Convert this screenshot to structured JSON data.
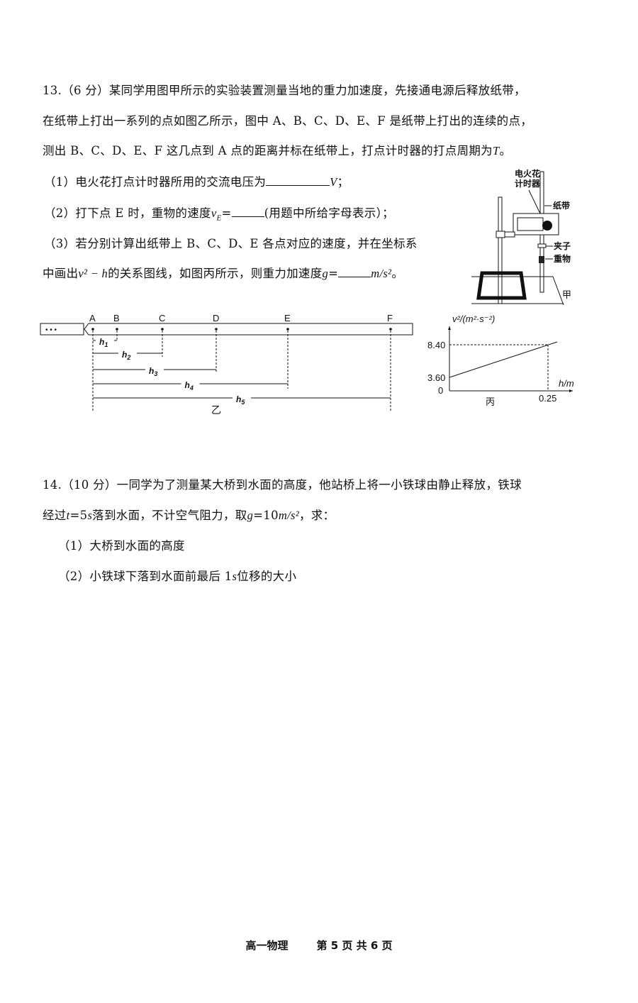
{
  "q13": {
    "line1": "13.（6 分）某同学用图甲所示的实验装置测量当地的重力加速度，先接通电源后释放纸带，",
    "line2": "在纸带上打出一系列的点如图乙所示，图中 A、B、C、D、E、F 是纸带上打出的连续的点，",
    "line3a": "测出 B、C、D、E、F 这几点到 A 点的距离并标在纸带上，打点计时器的打点周期为",
    "line3b": "T",
    "line3c": "。",
    "p1a": "（1）电火花打点计时器所用的交流电压为",
    "p1b": "V",
    "p1c": "；",
    "p2a": "（2）打下点 E 时，重物的速度",
    "p2b": "v",
    "p2sub": "E",
    "p2c": "=",
    "p2d": "(用题中所给字母表示）；",
    "p3a": "（3）若分别计算出纸带上 B、C、D、E 各点对应的速度，并在坐标系",
    "p3b": "中画出",
    "p3c": "v² − h",
    "p3d": "的关系图线，如图丙所示，则重力加速度",
    "p3e": "g",
    "p3f": "=",
    "p3g": "m/s²",
    "p3h": "。"
  },
  "fig_jia": {
    "label_timer1": "电火花",
    "label_timer2": "计时器",
    "label_tape": "纸带",
    "label_clip": "夹子",
    "label_weight": "重物",
    "caption": "甲"
  },
  "fig_yi": {
    "points": [
      "A",
      "B",
      "C",
      "D",
      "E",
      "F"
    ],
    "distances": [
      "h1",
      "h2",
      "h3",
      "h4",
      "h5"
    ],
    "caption": "乙",
    "dots": "• • •"
  },
  "fig_bing": {
    "ylabel": "v²/(m²·s⁻²)",
    "xlabel": "h/m",
    "y_ticks": [
      "8.40",
      "3.60",
      "0"
    ],
    "x_tick": "0.25",
    "caption": "丙"
  },
  "q14": {
    "line1": "14.（10 分）一同学为了测量某大桥到水面的高度，他站桥上将一小铁球由静止释放，铁球",
    "line2a": "经过",
    "line2b": "t",
    "line2c": "=5",
    "line2d": "s",
    "line2e": "落到水面，不计空气阻力，取",
    "line2f": "g",
    "line2g": "=10",
    "line2h": "m/s²",
    "line2i": "，求：",
    "p1": "（1）大桥到水面的高度",
    "p2a": "（2）小铁球下落到水面前最后 1",
    "p2b": "s",
    "p2c": "位移的大小"
  },
  "footer": {
    "subject": "高一物理",
    "page": "第 5 页 共 6 页"
  }
}
